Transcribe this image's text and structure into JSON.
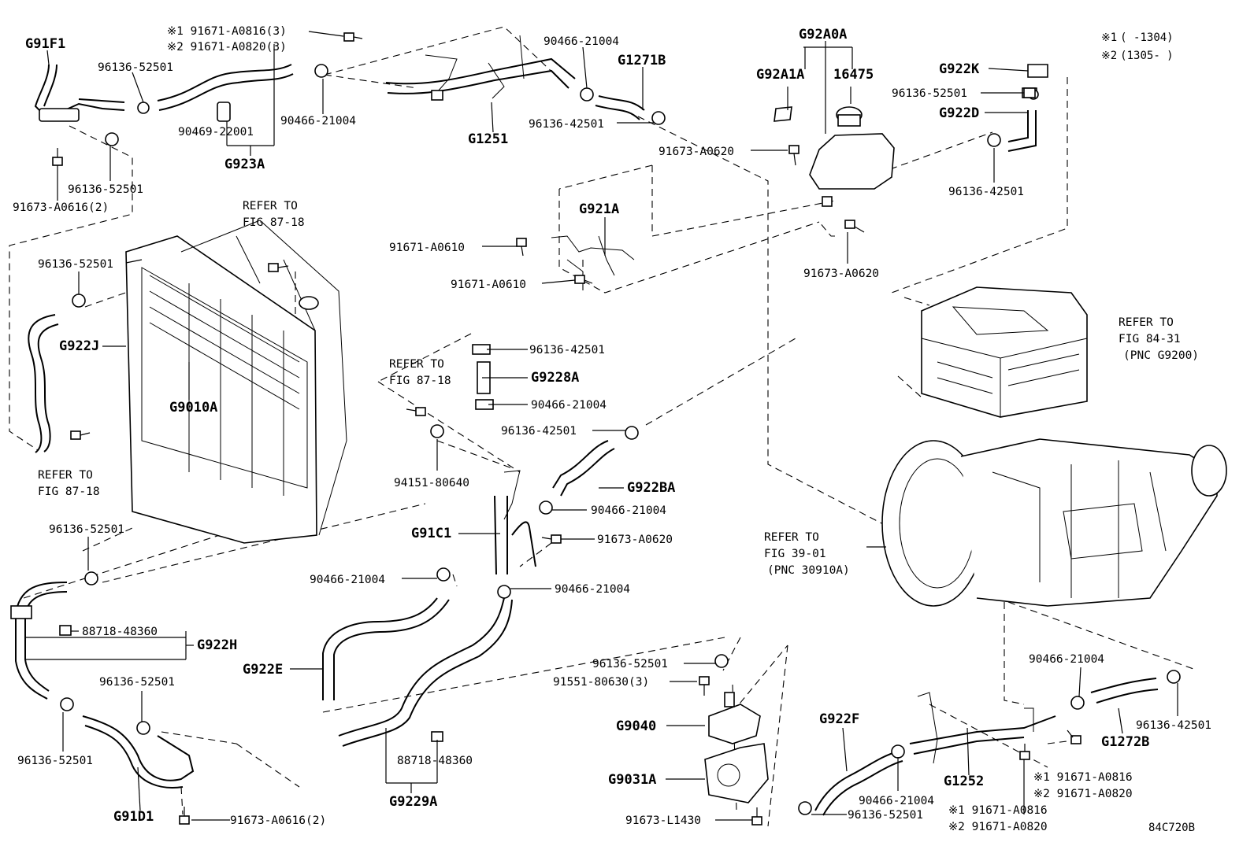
{
  "diagram": {
    "drawing_id": "84C720B",
    "legend": [
      {
        "mark": "※1",
        "range": "(      -1304)"
      },
      {
        "mark": "※2",
        "range": "(1305-      )"
      }
    ],
    "labels": {
      "g91f1": "G91F1",
      "p96136_52501_a": "96136-52501",
      "p96136_52501_b": "96136-52501",
      "p91673_a0616_a": "91673-A0616(2)",
      "hose_clip_1": "※1 91671-A0816(3)",
      "hose_clip_2": "※2 91671-A0820(3)",
      "p90469_22001": "90469-22001",
      "p90466_21004_a": "90466-21004",
      "g923a": "G923A",
      "p90466_21004_b": "90466-21004",
      "g1271b": "G1271B",
      "g1251": "G1251",
      "p96136_42501_a": "96136-42501",
      "g92a0a": "G92A0A",
      "g92a1a": "G92A1A",
      "p16475": "16475",
      "p91673_a0620_a": "91673-A0620",
      "g922k": "G922K",
      "p96136_52501_c": "96136-52501",
      "g922d": "G922D",
      "p96136_42501_b": "96136-42501",
      "refer_87_18_a1": "REFER TO",
      "refer_87_18_a2": "FIG 87-18",
      "g921a": "G921A",
      "p91671_a0610_a": "91671-A0610",
      "p91671_a0610_b": "91671-A0610",
      "p91673_a0620_b": "91673-A0620",
      "p96136_52501_d": "96136-52501",
      "g922j": "G922J",
      "g9010a": "G9010A",
      "refer_87_18_b1": "REFER TO",
      "refer_87_18_b2": "FIG 87-18",
      "p96136_42501_c": "96136-42501",
      "g9228a": "G9228A",
      "p90466_21004_c": "90466-21004",
      "refer_84_31_1": "REFER TO",
      "refer_84_31_2": "FIG 84-31",
      "refer_84_31_3": "(PNC G9200)",
      "refer_87_18_c1": "REFER TO",
      "refer_87_18_c2": "FIG 87-18",
      "p96136_42501_d": "96136-42501",
      "p94151_80640": "94151-80640",
      "g922ba": "G922BA",
      "p90466_21004_d": "90466-21004",
      "g91c1": "G91C1",
      "p91673_a0620_c": "91673-A0620",
      "p96136_52501_e": "96136-52501",
      "refer_39_01_1": "REFER TO",
      "refer_39_01_2": "FIG 39-01",
      "refer_39_01_3": "(PNC 30910A)",
      "p90466_21004_e": "90466-21004",
      "p90466_21004_f": "90466-21004",
      "p88718_48360_a": "88718-48360",
      "g922h": "G922H",
      "g922e": "G922E",
      "p96136_52501_f": "96136-52501",
      "p91551_80630": "91551-80630(3)",
      "p96136_52501_g": "96136-52501",
      "p96136_52501_h": "96136-52501",
      "g9040": "G9040",
      "p90466_21004_g": "90466-21004",
      "p96136_42501_e": "96136-42501",
      "g922f": "G922F",
      "g1272b": "G1272B",
      "p88718_48360_b": "88718-48360",
      "g9031a": "G9031A",
      "g1252": "G1252",
      "bolt_r_1": "※1 91671-A0816",
      "bolt_r_2": "※2 91671-A0820",
      "g91d1": "G91D1",
      "g9229a": "G9229A",
      "p90466_21004_h": "90466-21004",
      "bolt_b_1": "※1 91671-A0816",
      "bolt_b_2": "※2 91671-A0820",
      "p91673_a0616_b": "91673-A0616(2)",
      "p91673_l1430": "91673-L1430",
      "p96136_52501_i": "96136-52501"
    }
  }
}
